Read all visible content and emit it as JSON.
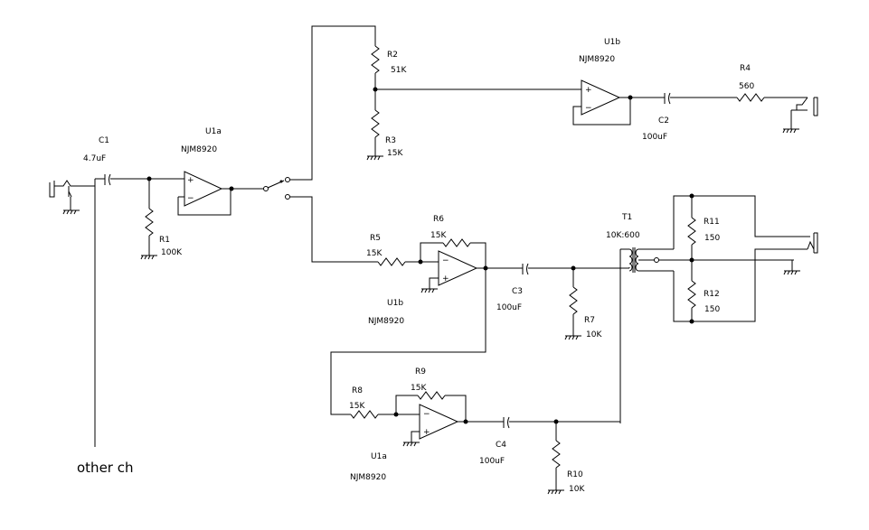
{
  "schematic": {
    "labels": {
      "c1_ref": "C1",
      "c1_val": "4.7uF",
      "u1a_top_ref": "U1a",
      "u1a_top_part": "NJM8920",
      "r1_ref": "R1",
      "r1_val": "100K",
      "r2_ref": "R2",
      "r2_val": "51K",
      "r3_ref": "R3",
      "r3_val": "15K",
      "u1b_top_ref": "U1b",
      "u1b_top_part": "NJM8920",
      "c2_ref": "C2",
      "c2_val": "100uF",
      "r4_ref": "R4",
      "r4_val": "560",
      "r5_ref": "R5",
      "r5_val": "15K",
      "r6_ref": "R6",
      "r6_val": "15K",
      "u1b_mid_ref": "U1b",
      "u1b_mid_part": "NJM8920",
      "c3_ref": "C3",
      "c3_val": "100uF",
      "r7_ref": "R7",
      "r7_val": "10K",
      "t1_ref": "T1",
      "t1_val": "10K:600",
      "r11_ref": "R11",
      "r11_val": "150",
      "r12_ref": "R12",
      "r12_val": "150",
      "r8_ref": "R8",
      "r8_val": "15K",
      "r9_ref": "R9",
      "r9_val": "15K",
      "u1a_bot_ref": "U1a",
      "u1a_bot_part": "NJM8920",
      "c4_ref": "C4",
      "c4_val": "100uF",
      "r10_ref": "R10",
      "r10_val": "10K",
      "other_ch": "other ch",
      "plus": "+",
      "minus": "−"
    }
  }
}
